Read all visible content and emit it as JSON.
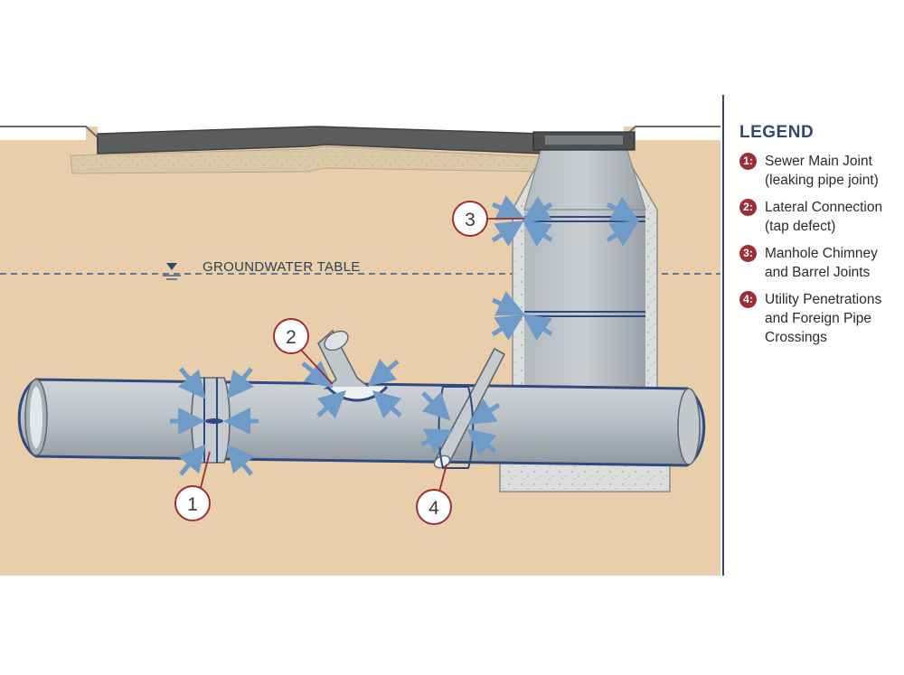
{
  "groundwater_label": "GROUNDWATER TABLE",
  "callouts": [
    "1",
    "2",
    "3",
    "4"
  ],
  "legend": {
    "title": "LEGEND",
    "items": [
      {
        "badge": "1:",
        "line1": "Sewer Main Joint",
        "line2": "(leaking pipe joint)",
        "line3": ""
      },
      {
        "badge": "2:",
        "line1": "Lateral Connection",
        "line2": "(tap defect)",
        "line3": ""
      },
      {
        "badge": "3:",
        "line1": "Manhole Chimney",
        "line2": "and Barrel Joints",
        "line3": ""
      },
      {
        "badge": "4:",
        "line1": "Utility Penetrations",
        "line2": "and Foreign Pipe",
        "line3": "Crossings"
      }
    ]
  },
  "colors": {
    "soil": "#e8ceaa",
    "pipe": "#b5bcc2",
    "pipe_shadow": "#8f989f",
    "pipe_trim": "#2f4a80",
    "concrete": "#dadcdc",
    "asphalt": "#5a5c5e",
    "gravel": "#d6c6a6",
    "arrow": "#6f9bc9",
    "callout_line": "#9b2f35",
    "groundwater": "#3a5d8a"
  }
}
